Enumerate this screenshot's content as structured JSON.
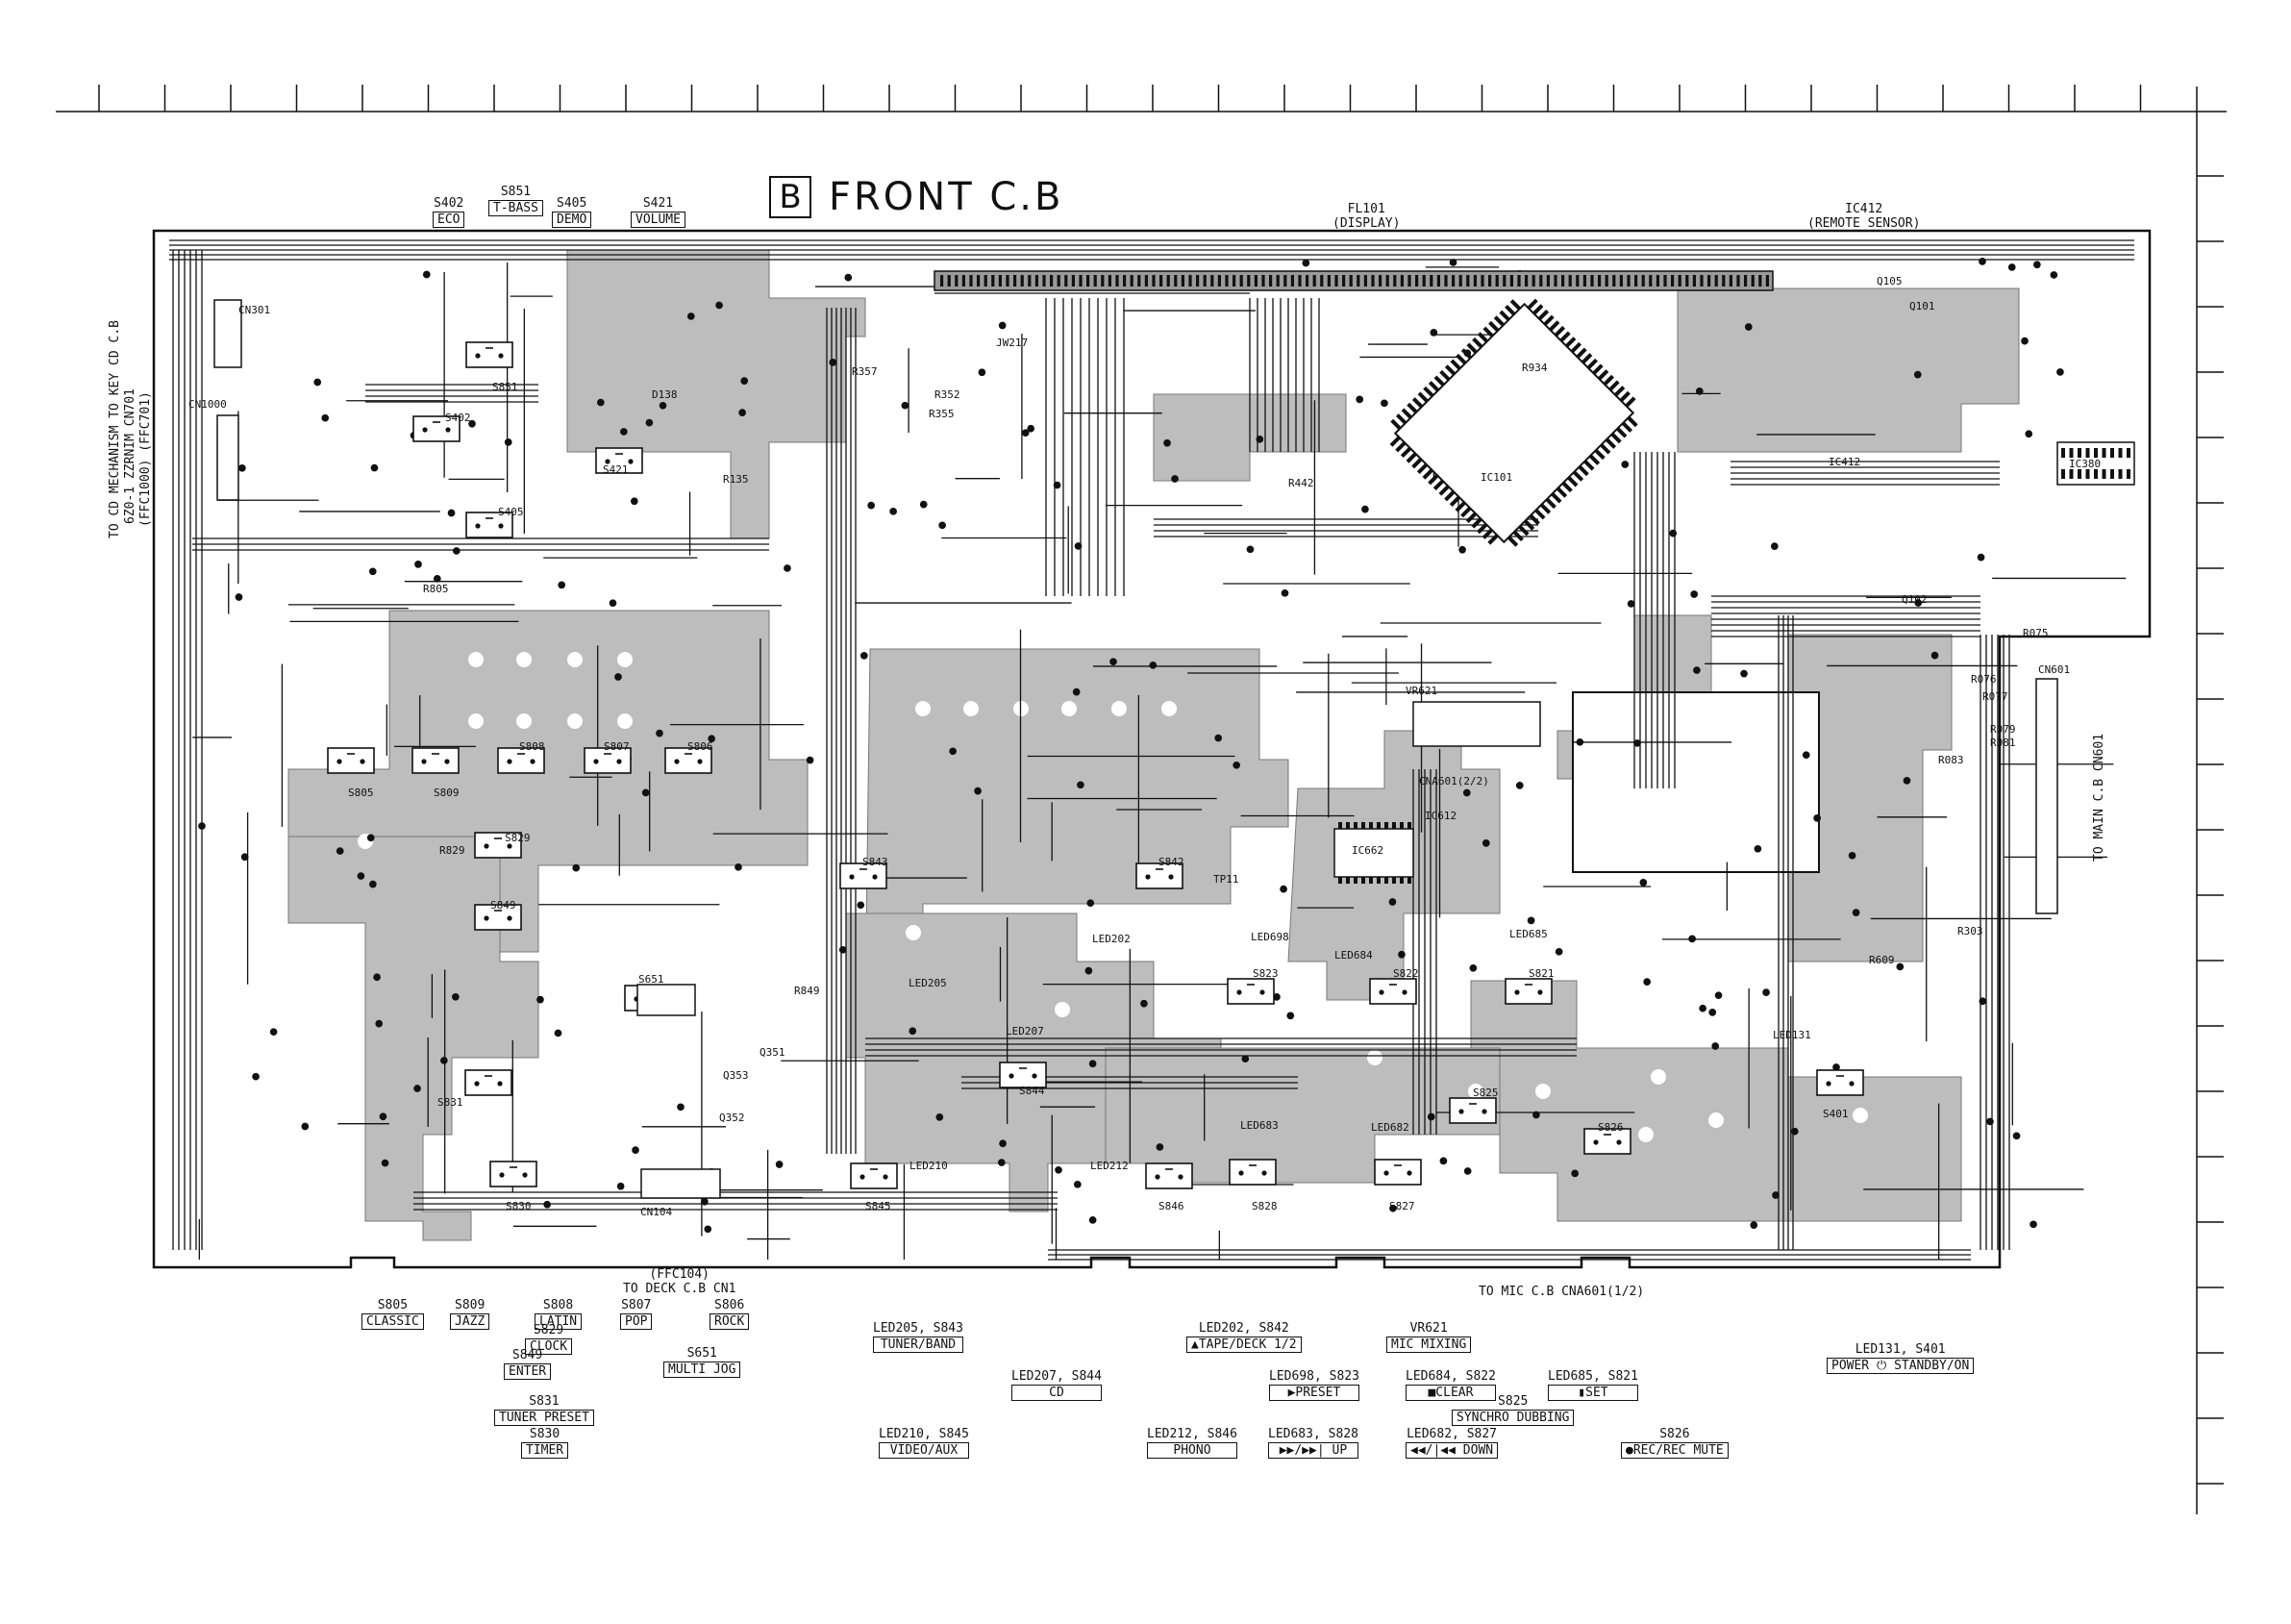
{
  "title": {
    "letter": "B",
    "text": "FRONT C.B"
  },
  "top_switches": [
    {
      "ref": "S402",
      "func": "ECO"
    },
    {
      "ref": "S851",
      "func": "T-BASS"
    },
    {
      "ref": "S405",
      "func": "DEMO"
    },
    {
      "ref": "S421",
      "func": "VOLUME"
    }
  ],
  "top_parts": {
    "fl101": "FL101",
    "fl101_sub": "(DISPLAY)",
    "ic412": "IC412",
    "ic412_sub": "(REMOTE SENSOR)"
  },
  "left_side_labels": {
    "line1": "TO CD MECHANISM TO KEY CD C.B",
    "line2": "6Z0-1 ZZRNIM CN701",
    "line3": "(FFC1000) (FFC701)"
  },
  "right_side_label": "TO MAIN C.B CN601",
  "connectors": {
    "deck_ffc": "(FFC104)",
    "deck_to": "TO DECK C.B CN1",
    "mic_to": "TO MIC C.B CNA601(1/2)"
  },
  "legend": [
    {
      "ref": "S805",
      "func": "CLASSIC"
    },
    {
      "ref": "S809",
      "func": "JAZZ"
    },
    {
      "ref": "S808",
      "func": "LATIN"
    },
    {
      "ref": "S829",
      "func": "CLOCK"
    },
    {
      "ref": "S849",
      "func": "ENTER"
    },
    {
      "ref": "S807",
      "func": "POP"
    },
    {
      "ref": "S806",
      "func": "ROCK"
    },
    {
      "ref": "S651",
      "func": "MULTI JOG"
    },
    {
      "ref": "S831",
      "func": "TUNER PRESET"
    },
    {
      "ref": "S830",
      "func": "TIMER"
    },
    {
      "ref": "LED205, S843",
      "func": "TUNER/BAND"
    },
    {
      "ref": "LED202, S842",
      "func": "▲TAPE/DECK 1/2"
    },
    {
      "ref": "VR621",
      "func": "MIC MIXING"
    },
    {
      "ref": "LED207, S844",
      "func": "CD"
    },
    {
      "ref": "LED698, S823",
      "func": "▶PRESET"
    },
    {
      "ref": "LED684, S822",
      "func": "■CLEAR"
    },
    {
      "ref": "LED685, S821",
      "func": "▮SET"
    },
    {
      "ref": "LED131, S401",
      "func": "POWER ⏻ STANDBY/ON"
    },
    {
      "ref": "S825",
      "func": "SYNCHRO DUBBING"
    },
    {
      "ref": "LED210, S845",
      "func": "VIDEO/AUX"
    },
    {
      "ref": "LED212, S846",
      "func": "PHONO"
    },
    {
      "ref": "LED683, S828",
      "func": "▶▶/▶▶| UP"
    },
    {
      "ref": "LED682, S827",
      "func": "◀◀/|◀◀ DOWN"
    },
    {
      "ref": "S826",
      "func": "●REC/REC MUTE"
    }
  ],
  "board_switches": [
    "S851",
    "S402",
    "S421",
    "S405",
    "S805",
    "S809",
    "S808",
    "S807",
    "S806",
    "S829",
    "S849",
    "S843",
    "S842",
    "S823",
    "S822",
    "S821",
    "S831",
    "S830",
    "S845",
    "S844",
    "S846",
    "S828",
    "S827",
    "S825",
    "S826",
    "S401",
    "S651"
  ],
  "board_leds": [
    "LED202",
    "LED205",
    "LED207",
    "LED210",
    "LED212",
    "LED698",
    "LED684",
    "LED685",
    "LED683",
    "LED682",
    "LED131"
  ],
  "board_ics": [
    "IC101",
    "IC662",
    "IC380",
    "IC412",
    "IC612"
  ],
  "board_connectors": [
    "CN301",
    "CN1000",
    "CN104",
    "CN601",
    "CNA601(2/2)"
  ],
  "board_misc": [
    "VR621",
    "TP11",
    "JW217",
    "D138",
    "R849",
    "R829",
    "R805",
    "R609",
    "R303",
    "R075",
    "R076",
    "R077",
    "R079",
    "R081",
    "R083",
    "R352",
    "R355",
    "R357",
    "R135",
    "R442",
    "R934",
    "Q351",
    "Q352",
    "Q353",
    "Q101",
    "Q102",
    "Q105"
  ]
}
